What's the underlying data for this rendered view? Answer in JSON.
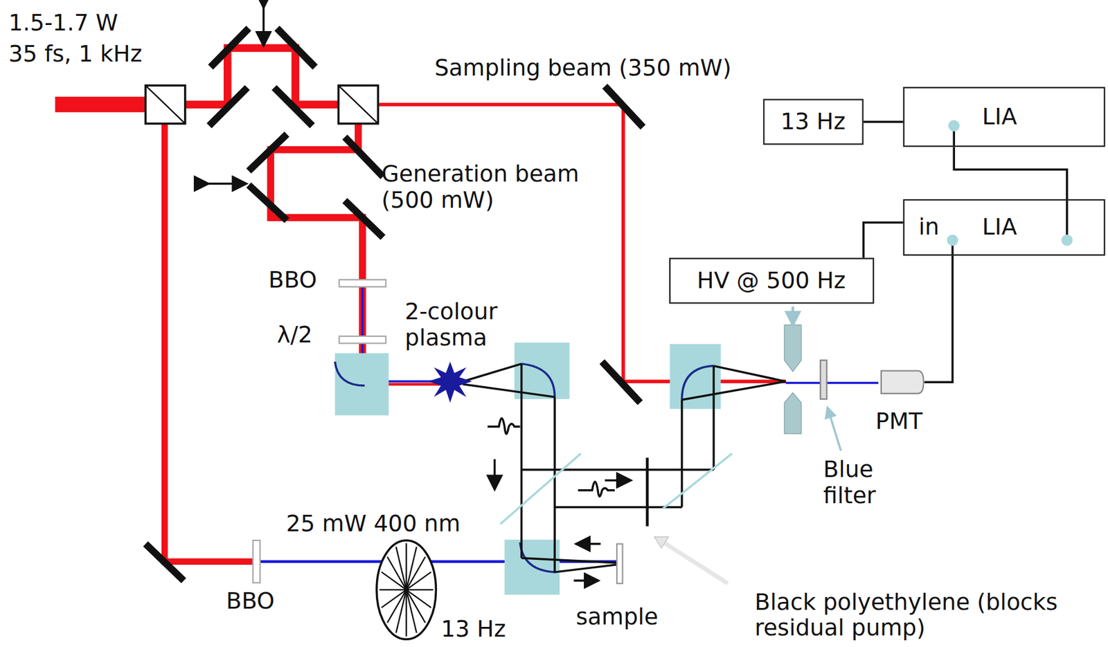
{
  "diagram": {
    "nodes": [
      {
        "text": [
          "13 Hz"
        ]
      },
      {
        "text": [
          "LIA"
        ]
      },
      {
        "text": [
          "in",
          "LIA"
        ]
      },
      {
        "text": [
          "HV @ 500 Hz"
        ]
      },
      {
        "text": [
          "PMT"
        ]
      }
    ],
    "edges": [
      {
        "from": 0,
        "to": 1,
        "arrow": "none"
      },
      {
        "from": 1,
        "to": 2,
        "arrow": "none"
      },
      {
        "from": 3,
        "to": 2,
        "arrow": "none"
      },
      {
        "from": 4,
        "to": 2,
        "arrow": "none"
      }
    ],
    "labels": [
      "1.5-1.7 W",
      "35 fs, 1 kHz",
      "Sampling beam (350 mW)",
      "Generation beam (500 mW)",
      "BBO",
      "λ/2",
      "2-colour plasma",
      "25 mW 400 nm",
      "BBO",
      "13 Hz",
      "sample",
      "Black polyethylene (blocks residual pump)",
      "Blue filter"
    ]
  }
}
